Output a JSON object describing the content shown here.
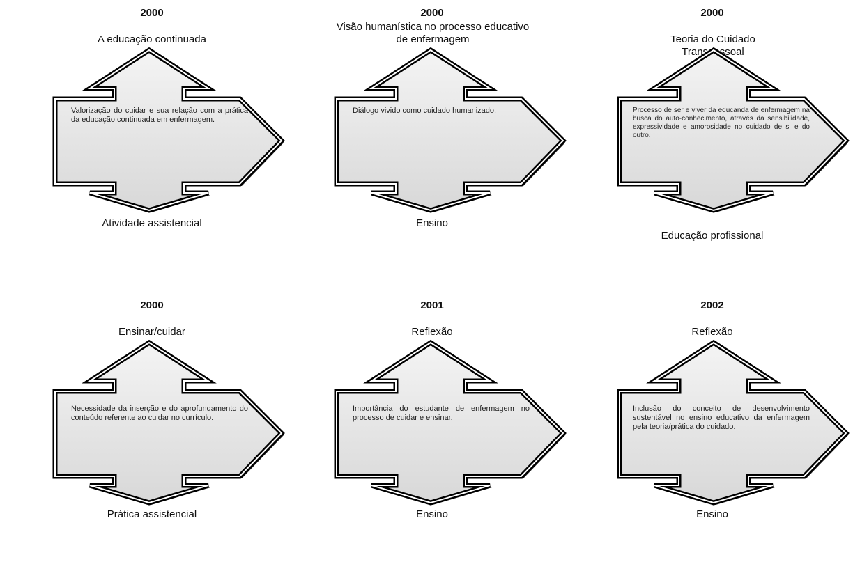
{
  "panels": [
    {
      "year": "2000",
      "title": "A educação continuada",
      "body": "Valorização do cuidar e sua relação com a prática da educação continuada em enfermagem.",
      "bottom": "Atividade assistencial"
    },
    {
      "year": "2000",
      "title": "Visão humanística no processo educativo de enfermagem",
      "body": "Diálogo vivido como cuidado humanizado.",
      "bottom": "Ensino"
    },
    {
      "year": "2000",
      "title": "Teoria do Cuidado Transpessoal",
      "body": "Processo de ser e viver da educanda de enfermagem na busca do auto-conhecimento, através da sensibilidade, expressividade e amorosidade no cuidado de si e do outro.",
      "bottom": "Educação profissional"
    },
    {
      "year": "2000",
      "title": "Ensinar/cuidar",
      "body": "Necessidade da inserção e do aprofundamento do conteúdo referente ao cuidar no currículo.",
      "bottom": "Prática assistencial"
    },
    {
      "year": "2001",
      "title": "Reflexão",
      "body": "Importância do estudante de enfermagem no processo de cuidar e ensinar.",
      "bottom": "Ensino"
    },
    {
      "year": "2002",
      "title": "Reflexão",
      "body": "Inclusão do conceito de desenvolvimento sustentável no ensino educativo da enfermagem pela teoria/prática do cuidado.",
      "bottom": "Ensino"
    }
  ]
}
